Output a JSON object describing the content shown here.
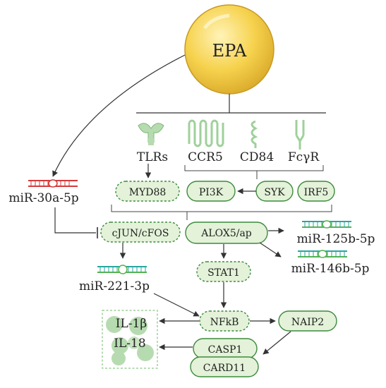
{
  "colors": {
    "node_fill": "#e3f2d8",
    "node_stroke": "#3d8a3d",
    "epa_fill": "#f6d24d",
    "line": "#333333",
    "mirna_red": "#d43a3a",
    "mirna_teal": "#2aa6a0",
    "mirna_green": "#55b34d"
  },
  "center": {
    "label": "EPA"
  },
  "receptors": {
    "tlrs": "TLRs",
    "ccr5": "CCR5",
    "cd84": "CD84",
    "fcgr": "FcγR"
  },
  "nodes": {
    "myd88": "MYD88",
    "pi3k": "PI3K",
    "syk": "SYK",
    "irf5": "IRF5",
    "cjun": "cJUN/cFOS",
    "alox5": "ALOX5/ap",
    "stat1": "STAT1",
    "nfkb": "NFkB",
    "naip2": "NAIP2",
    "casp1": "CASP1",
    "card11": "CARD11"
  },
  "mirnas": {
    "mir30a": "miR-30a-5p",
    "mir221": "miR-221-3p",
    "mir125b": "miR-125b-5p",
    "mir146b": "miR-146b-5p"
  },
  "cytokines": {
    "il1b": "IL-1β",
    "il18": "IL-18"
  }
}
